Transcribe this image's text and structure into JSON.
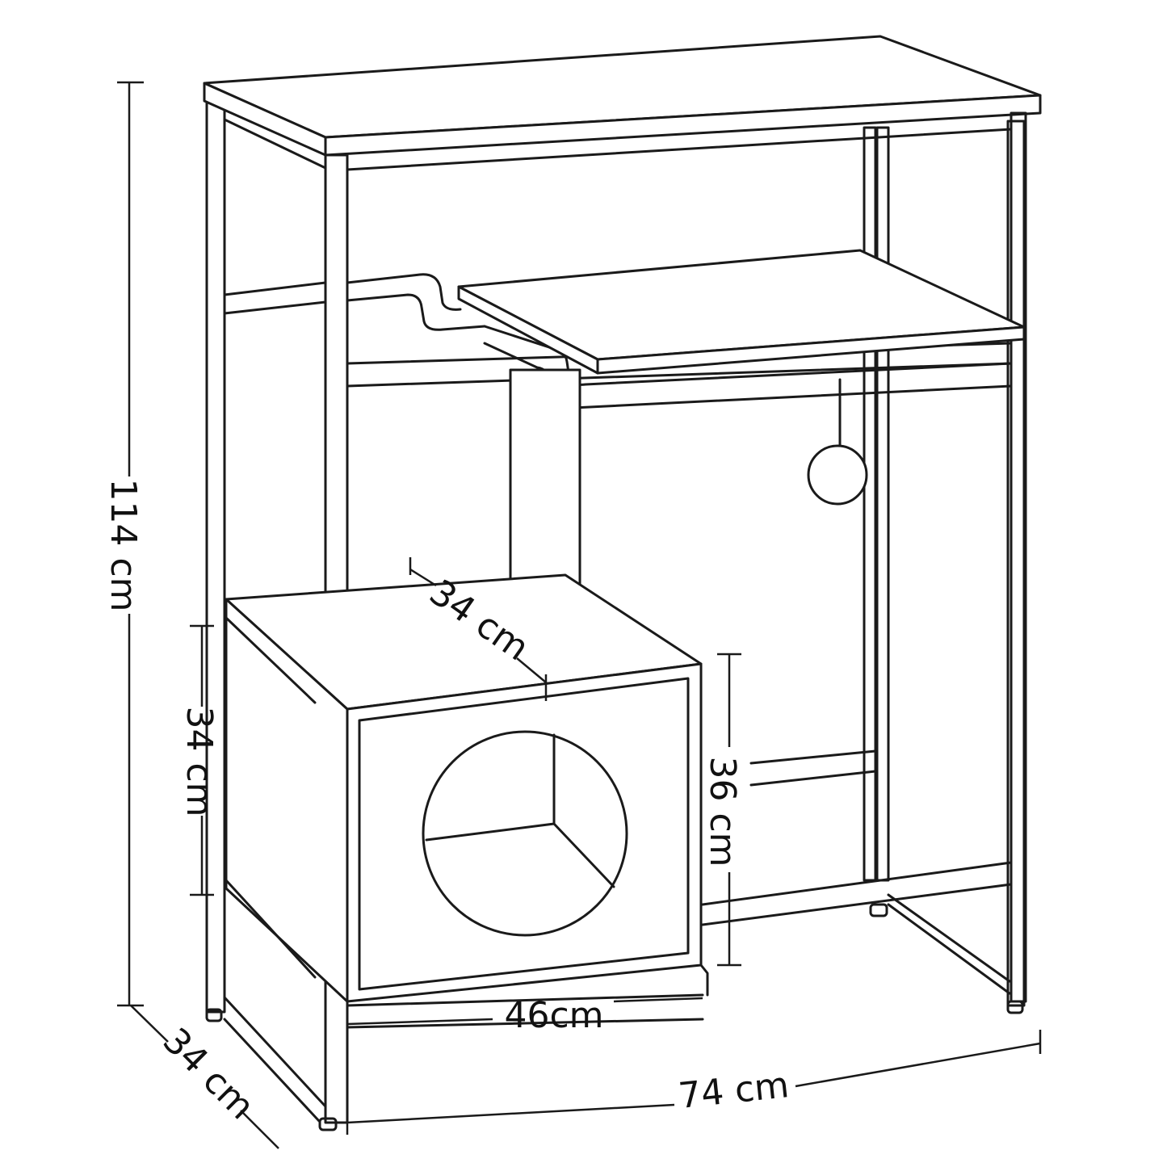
{
  "diagram": {
    "line_color": "#1a1a1a",
    "background": "#ffffff"
  },
  "dimensions": {
    "total_height": "114 cm",
    "total_width": "74 cm",
    "depth": "34 cm",
    "condo_height": "34 cm",
    "condo_depth": "34 cm",
    "condo_width": "46cm",
    "condo_side_height": "36 cm"
  }
}
